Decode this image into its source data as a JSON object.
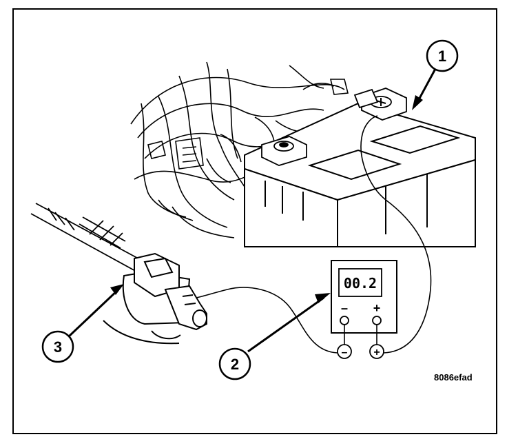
{
  "callouts": [
    {
      "number": "1"
    },
    {
      "number": "2"
    },
    {
      "number": "3"
    }
  ],
  "meter": {
    "reading": "00.2",
    "neg_label": "–",
    "pos_label": "+",
    "neg_jack": "–",
    "pos_jack": "+"
  },
  "figure_code": "8086efad",
  "colors": {
    "line": "#000000",
    "background": "#ffffff"
  }
}
